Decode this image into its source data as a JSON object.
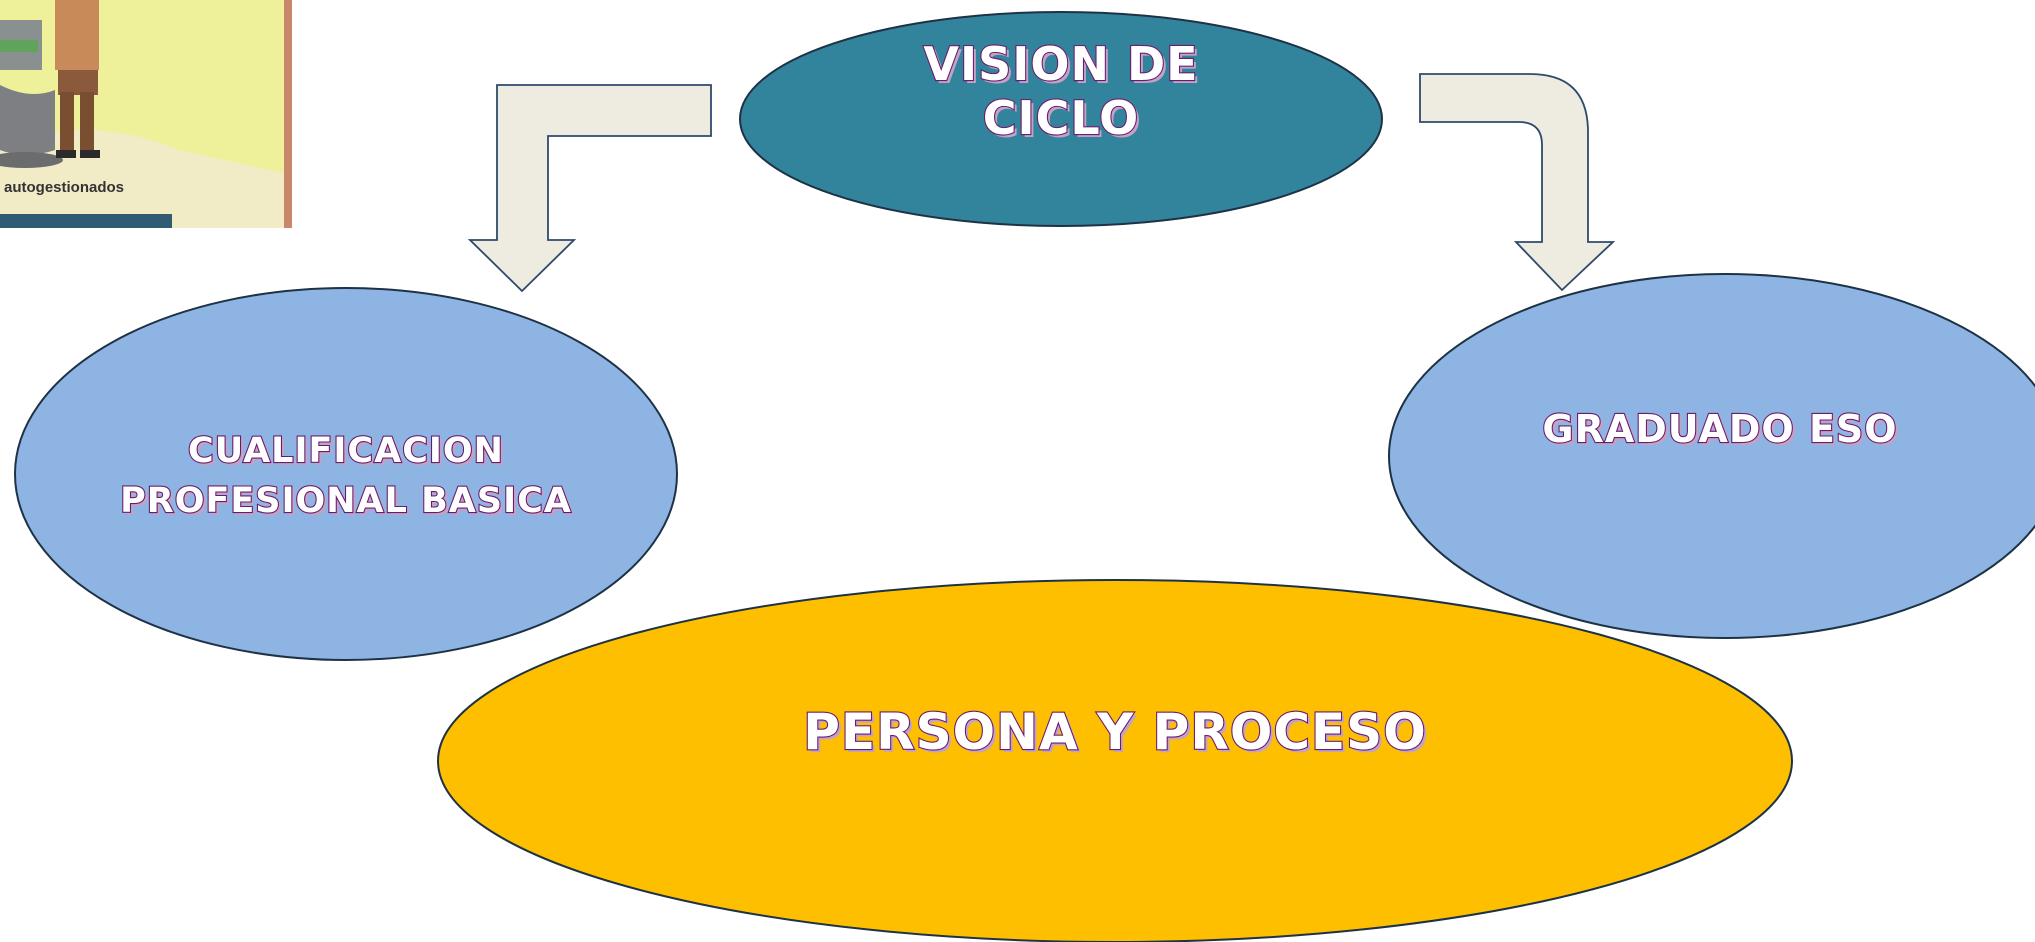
{
  "thumbnail": {
    "caption": "autogestionados"
  },
  "diagram": {
    "top_node": {
      "lines": [
        "VISION DE",
        "CICLO"
      ],
      "color": "#32849c"
    },
    "left_node": {
      "lines": [
        "CUALIFICACION",
        "PROFESIONAL BASICA"
      ],
      "color": "#8eb4e3"
    },
    "right_node": {
      "lines": [
        "GRADUADO ESO"
      ],
      "color": "#8eb4e3"
    },
    "bottom_node": {
      "lines": [
        "PERSONA Y PROCESO"
      ],
      "color": "#fdbf00"
    },
    "arrow_color": "#eeece1",
    "text_outline_color": "#6b1b6b"
  }
}
